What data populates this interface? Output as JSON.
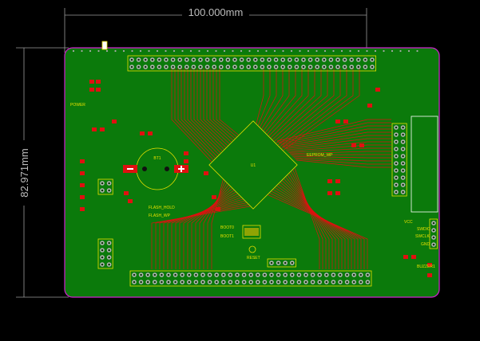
{
  "dimensions": {
    "width_label": "100.000mm",
    "height_label": "82.971mm"
  },
  "labels": {
    "power": "POWER",
    "flash_hold": "FLASH_HOLD",
    "flash_wp": "FLASH_WP",
    "boot0": "BOOT0",
    "boot1": "BOOT1",
    "reset": "RESET",
    "eeprom_wp": "EEPROM_WP",
    "vcc": "VCC",
    "swdio": "SWDIO",
    "swclk": "SWCLK",
    "gnd": "GND",
    "buzzer": "BUZZER1",
    "bt": "BT1",
    "u1": "U1"
  },
  "colors": {
    "board": "#0b7a0b",
    "copper": "#e01010",
    "silkscreen": "#e8e000",
    "outline": "#d020d0",
    "pad": "#b8b8b8"
  }
}
